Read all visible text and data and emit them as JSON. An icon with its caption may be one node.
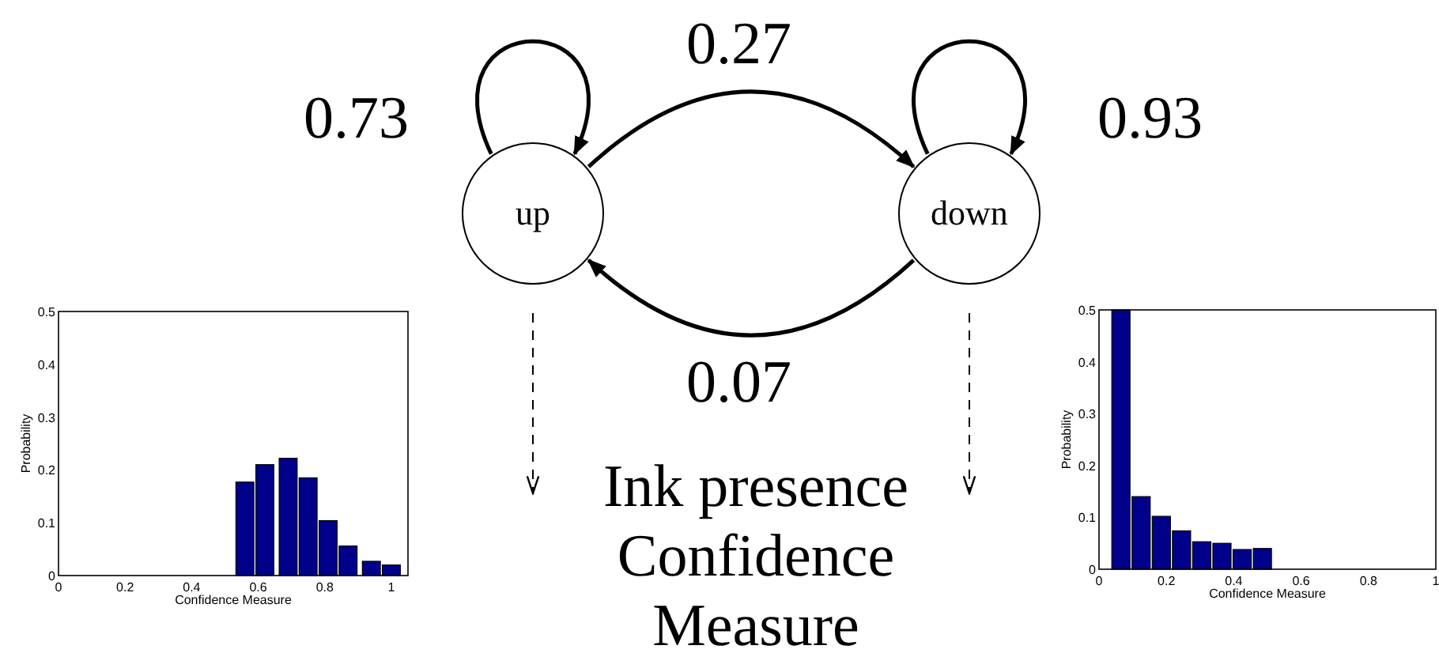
{
  "diagram": {
    "nodes": [
      {
        "text": [
          "up"
        ]
      },
      {
        "text": [
          "down"
        ]
      }
    ],
    "edges": [
      {
        "from": 0,
        "to": 0,
        "arrow": "to",
        "label": "0.73"
      },
      {
        "from": 0,
        "to": 1,
        "arrow": "to",
        "label": "0.27"
      },
      {
        "from": 1,
        "to": 1,
        "arrow": "to",
        "label": "0.93"
      },
      {
        "from": 1,
        "to": 0,
        "arrow": "to",
        "label": "0.07"
      },
      {
        "from": 0,
        "to": null,
        "arrow": "to",
        "style": "dashed"
      },
      {
        "from": 1,
        "to": null,
        "arrow": "to",
        "style": "dashed"
      }
    ],
    "labels": [
      "Ink presence Confidence Measure"
    ],
    "chart_data": [
      {
        "type": "bar",
        "xlabel": "Confidence Measure",
        "ylabel": "Probability",
        "x": [
          0.56,
          0.62,
          0.69,
          0.75,
          0.81,
          0.87,
          0.94,
          1.0
        ],
        "values": [
          0.177,
          0.21,
          0.222,
          0.185,
          0.104,
          0.056,
          0.027,
          0.02
        ],
        "xlim": [
          0,
          1.05
        ],
        "ylim": [
          0,
          0.5
        ],
        "xticks": [
          0,
          0.2,
          0.4,
          0.6,
          0.8,
          1
        ],
        "yticks": [
          0,
          0.1,
          0.2,
          0.3,
          0.4,
          0.5
        ]
      },
      {
        "type": "bar",
        "xlabel": "Confidence Measure",
        "ylabel": "Probability",
        "x": [
          0.065,
          0.125,
          0.185,
          0.245,
          0.305,
          0.365,
          0.425,
          0.485
        ],
        "values": [
          0.5,
          0.14,
          0.102,
          0.074,
          0.053,
          0.05,
          0.038,
          0.04
        ],
        "xlim": [
          0,
          1
        ],
        "ylim": [
          0,
          0.5
        ],
        "xticks": [
          0,
          0.2,
          0.4,
          0.6,
          0.8,
          1
        ],
        "yticks": [
          0,
          0.1,
          0.2,
          0.3,
          0.4,
          0.5
        ]
      }
    ]
  }
}
